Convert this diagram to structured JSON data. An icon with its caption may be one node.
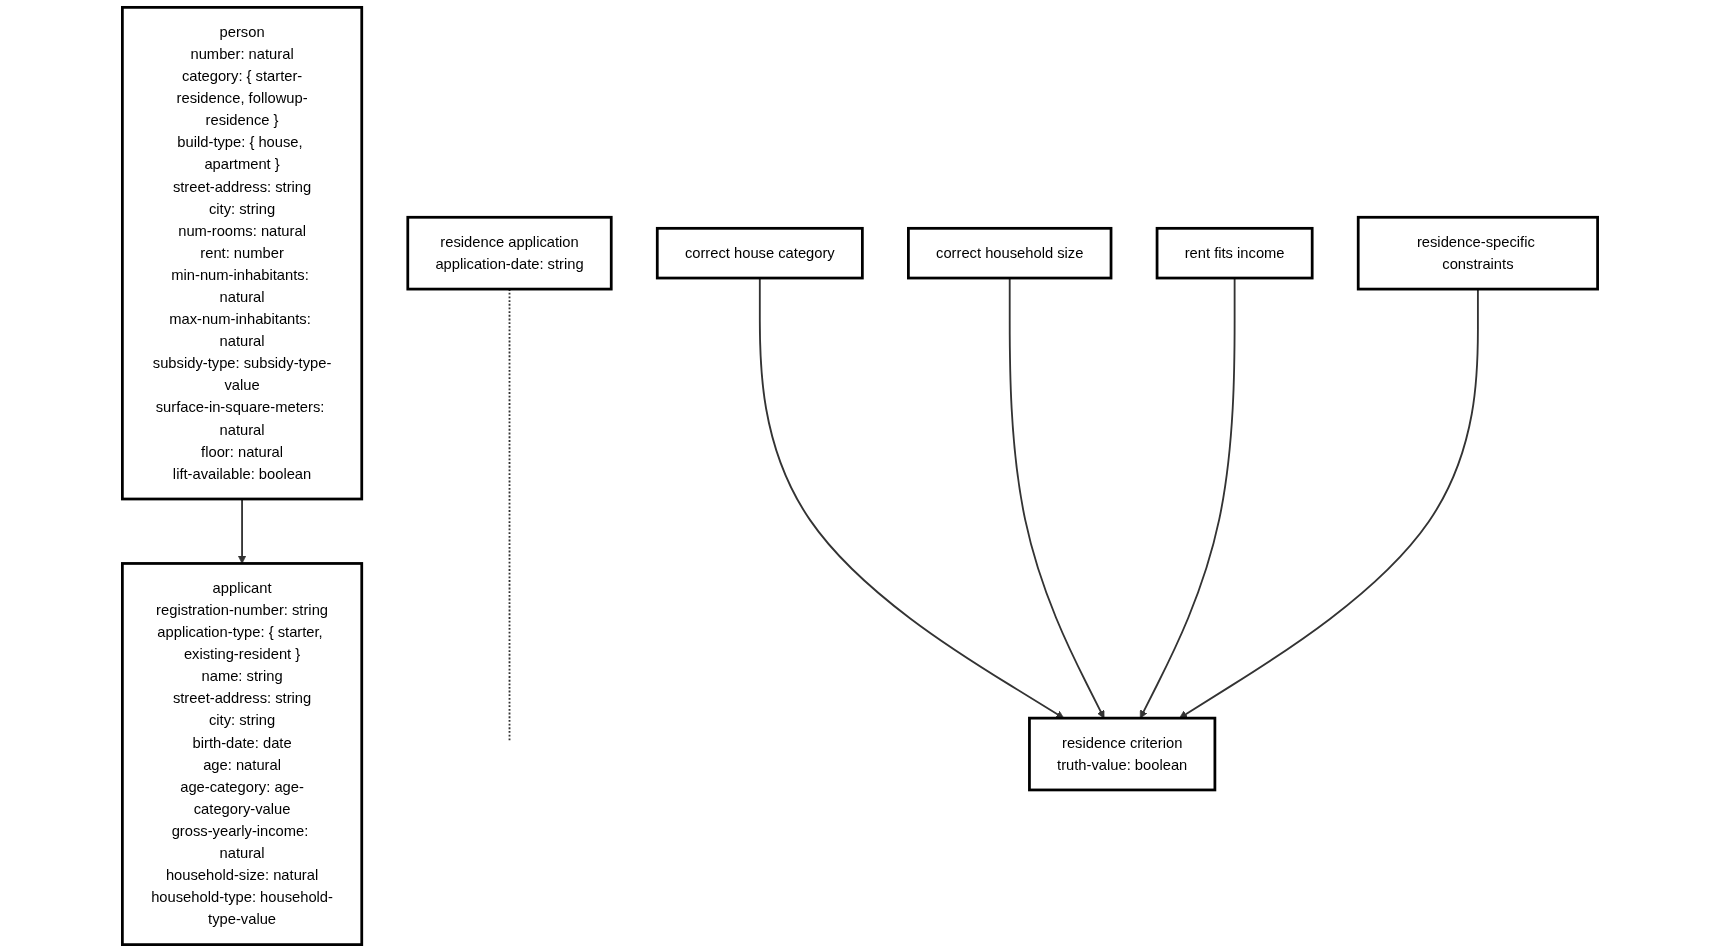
{
  "diagram": {
    "nodes": [
      {
        "text": [
          "person",
          "number: natural",
          "category: { starter-residence, followup-residence }",
          "build-type: { house, apartment }",
          "street-address: string",
          "city: string",
          "num-rooms: natural",
          "rent: number",
          "min-num-inhabitants: natural",
          "max-num-inhabitants: natural",
          "subsidy-type: subsidy-type-value",
          "surface-in-square-meters: natural",
          "floor: natural",
          "lift-available: boolean"
        ]
      },
      {
        "text": [
          "applicant",
          "registration-number: string",
          "application-type: { starter, existing-resident }",
          "name: string",
          "street-address: string",
          "city: string",
          "birth-date: date",
          "age: natural",
          "age-category: age-category-value",
          "gross-yearly-income: natural",
          "household-size: natural",
          "household-type: household-type-value"
        ]
      },
      {
        "text": [
          "residence application",
          "application-date: string"
        ]
      },
      {
        "text": [
          "residence criterion",
          "truth-value: boolean"
        ]
      },
      {
        "text": [
          "correct house category"
        ]
      },
      {
        "text": [
          "correct household size"
        ]
      },
      {
        "text": [
          "rent fits income"
        ]
      },
      {
        "text": [
          "residence-specific constraints"
        ]
      }
    ],
    "edges": [
      {
        "from": 0,
        "to": 1,
        "arrow": "to"
      },
      {
        "from": 2,
        "to": null,
        "arrow": "none",
        "style": "dashed"
      },
      {
        "from": 4,
        "to": 3,
        "arrow": "to"
      },
      {
        "from": 5,
        "to": 3,
        "arrow": "to"
      },
      {
        "from": 6,
        "to": 3,
        "arrow": "to"
      },
      {
        "from": 7,
        "to": 3,
        "arrow": "to"
      }
    ]
  }
}
